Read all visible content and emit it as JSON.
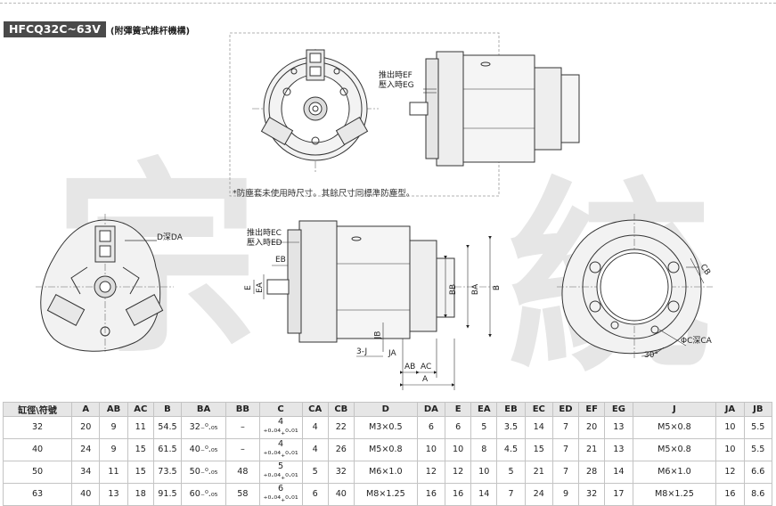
{
  "header": {
    "model": "HFCQ32C~63V",
    "subtitle": "(附彈簧式推杆機構)"
  },
  "drawing": {
    "note": "*防塵套未使用時尺寸。其餘尺寸同標準防塵型。",
    "top_label_1": "推出時EF",
    "top_label_2": "壓入時EG",
    "left_label_d": "D深DA",
    "mid_label_1": "推出時EC",
    "mid_label_2": "壓入時ED",
    "dim_eb": "EB",
    "dim_e": "E",
    "dim_ea": "EA",
    "dim_bb": "BB",
    "dim_ba": "BA",
    "dim_b": "B",
    "dim_jb": "JB",
    "dim_ja": "JA",
    "dim_3j": "3-J",
    "dim_ab": "AB",
    "dim_ac": "AC",
    "dim_a": "A",
    "dim_cb": "CB",
    "dim_phi": "ΦC深CA",
    "dim_angle": "30°",
    "watermark_1": "宗",
    "watermark_2": "統"
  },
  "table": {
    "headers": [
      "缸徑\\符號",
      "A",
      "AB",
      "AC",
      "B",
      "BA",
      "BB",
      "C",
      "CA",
      "CB",
      "D",
      "DA",
      "E",
      "EA",
      "EB",
      "EC",
      "ED",
      "EF",
      "EG",
      "J",
      "JA",
      "JB"
    ],
    "rows": [
      [
        "32",
        "20",
        "9",
        "11",
        "54.5",
        "32₋⁰.₀₅",
        "–",
        "4 ⁺⁰·⁰⁴₊⁰·⁰¹",
        "4",
        "22",
        "M3×0.5",
        "6",
        "6",
        "5",
        "3.5",
        "14",
        "7",
        "20",
        "13",
        "M5×0.8",
        "10",
        "5.5"
      ],
      [
        "40",
        "24",
        "9",
        "15",
        "61.5",
        "40₋⁰.₀₅",
        "–",
        "4 ⁺⁰·⁰⁴₊⁰·⁰¹",
        "4",
        "26",
        "M5×0.8",
        "10",
        "10",
        "8",
        "4.5",
        "15",
        "7",
        "21",
        "13",
        "M5×0.8",
        "10",
        "5.5"
      ],
      [
        "50",
        "34",
        "11",
        "15",
        "73.5",
        "50₋⁰.₀₅",
        "48",
        "5 ⁺⁰·⁰⁴₊⁰·⁰¹",
        "5",
        "32",
        "M6×1.0",
        "12",
        "12",
        "10",
        "5",
        "21",
        "7",
        "28",
        "14",
        "M6×1.0",
        "12",
        "6.6"
      ],
      [
        "63",
        "40",
        "13",
        "18",
        "91.5",
        "60₋⁰.₀₅",
        "58",
        "6 ⁺⁰·⁰⁴₊⁰·⁰¹",
        "6",
        "40",
        "M8×1.25",
        "16",
        "16",
        "14",
        "7",
        "24",
        "9",
        "32",
        "17",
        "M8×1.25",
        "16",
        "8.6"
      ]
    ]
  }
}
